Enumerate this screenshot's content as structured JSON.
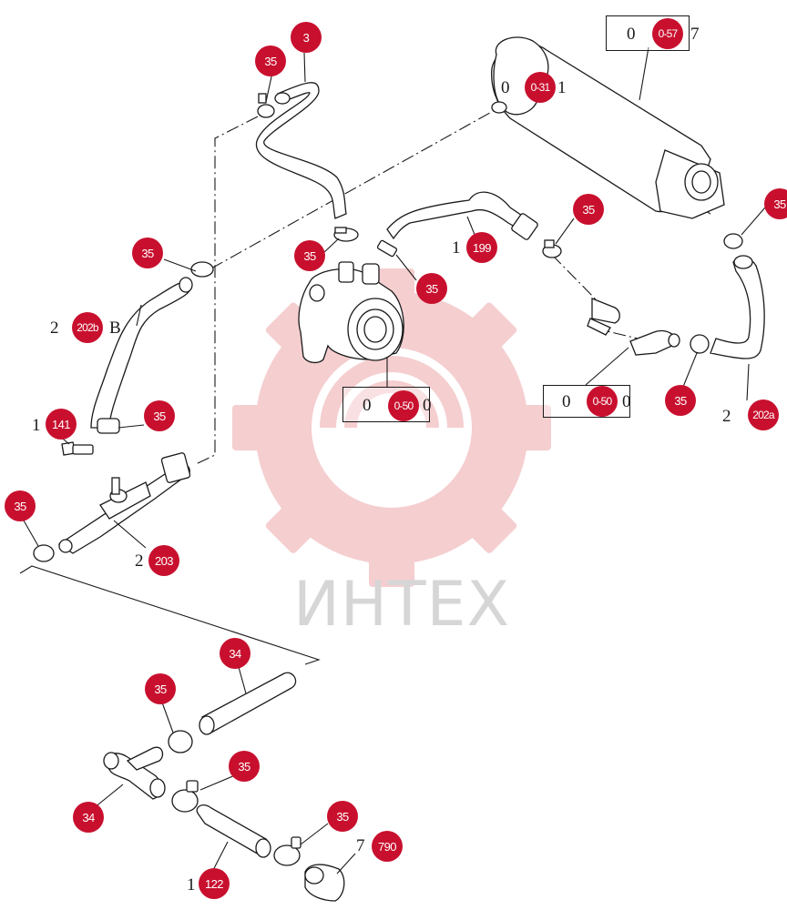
{
  "watermark": {
    "text": "ИНТЕХ",
    "gear_color": "#f4c9cc",
    "text_color": "#d6d6d6"
  },
  "colors": {
    "marker": "#c8102e",
    "ink": "#1a1a1a"
  },
  "markers": [
    {
      "id": "m-3",
      "label": "3"
    },
    {
      "id": "m-35-top",
      "label": "35"
    },
    {
      "id": "m-057",
      "label": "0-57"
    },
    {
      "id": "m-031",
      "label": "0-31"
    },
    {
      "id": "m-35-far-right",
      "label": "35"
    },
    {
      "id": "m-35-valve",
      "label": "35"
    },
    {
      "id": "m-35-pipe",
      "label": "35"
    },
    {
      "id": "m-199",
      "label": "199"
    },
    {
      "id": "m-35-nozzle",
      "label": "35"
    },
    {
      "id": "m-35-left",
      "label": "35"
    },
    {
      "id": "m-202b",
      "label": "202b"
    },
    {
      "id": "m-141",
      "label": "141"
    },
    {
      "id": "m-35-bracket",
      "label": "35"
    },
    {
      "id": "m-050-left",
      "label": "0-50"
    },
    {
      "id": "m-050-right",
      "label": "0-50"
    },
    {
      "id": "m-35-right",
      "label": "35"
    },
    {
      "id": "m-202a",
      "label": "202a"
    },
    {
      "id": "m-35-edge",
      "label": "35"
    },
    {
      "id": "m-203",
      "label": "203"
    },
    {
      "id": "m-34-hose",
      "label": "34"
    },
    {
      "id": "m-35-hose",
      "label": "35"
    },
    {
      "id": "m-35-tee",
      "label": "35"
    },
    {
      "id": "m-34-tee",
      "label": "34"
    },
    {
      "id": "m-35-cap",
      "label": "35"
    },
    {
      "id": "m-790",
      "label": "790"
    },
    {
      "id": "m-122",
      "label": "122"
    }
  ],
  "labels": {
    "l_057": "0",
    "l_057b": "7",
    "l_031": "0",
    "l_031b": "1",
    "l_199": "1",
    "l_202b": "2",
    "l_202b_b": "B",
    "l_141": "1",
    "l_050a": "0",
    "l_050a_b": "0",
    "l_050b": "0",
    "l_050b_b": "0",
    "l_202a": "2",
    "l_203": "2",
    "l_790": "7",
    "l_122": "1"
  }
}
